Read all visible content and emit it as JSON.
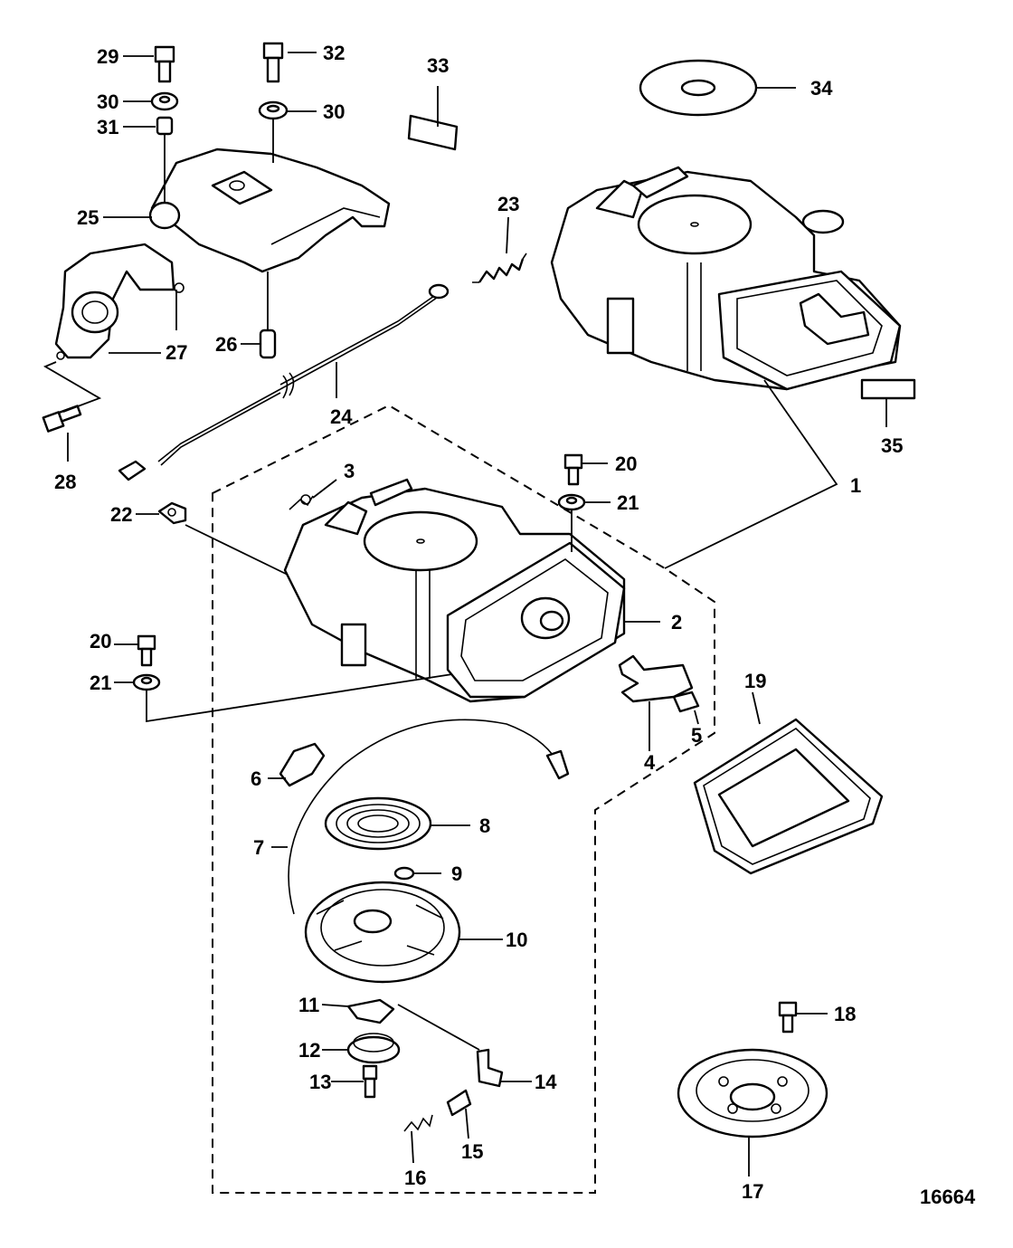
{
  "figure_number": "16664",
  "callouts": {
    "c1": "1",
    "c2": "2",
    "c3": "3",
    "c4": "4",
    "c5": "5",
    "c6": "6",
    "c7": "7",
    "c8": "8",
    "c9": "9",
    "c10": "10",
    "c11": "11",
    "c12": "12",
    "c13": "13",
    "c14": "14",
    "c15": "15",
    "c16": "16",
    "c17": "17",
    "c18": "18",
    "c19": "19",
    "c20a": "20",
    "c20b": "20",
    "c21a": "21",
    "c21b": "21",
    "c22": "22",
    "c23": "23",
    "c24": "24",
    "c25": "25",
    "c26": "26",
    "c27": "27",
    "c28": "28",
    "c29": "29",
    "c30a": "30",
    "c30b": "30",
    "c31": "31",
    "c32": "32",
    "c33": "33",
    "c34": "34",
    "c35": "35"
  }
}
